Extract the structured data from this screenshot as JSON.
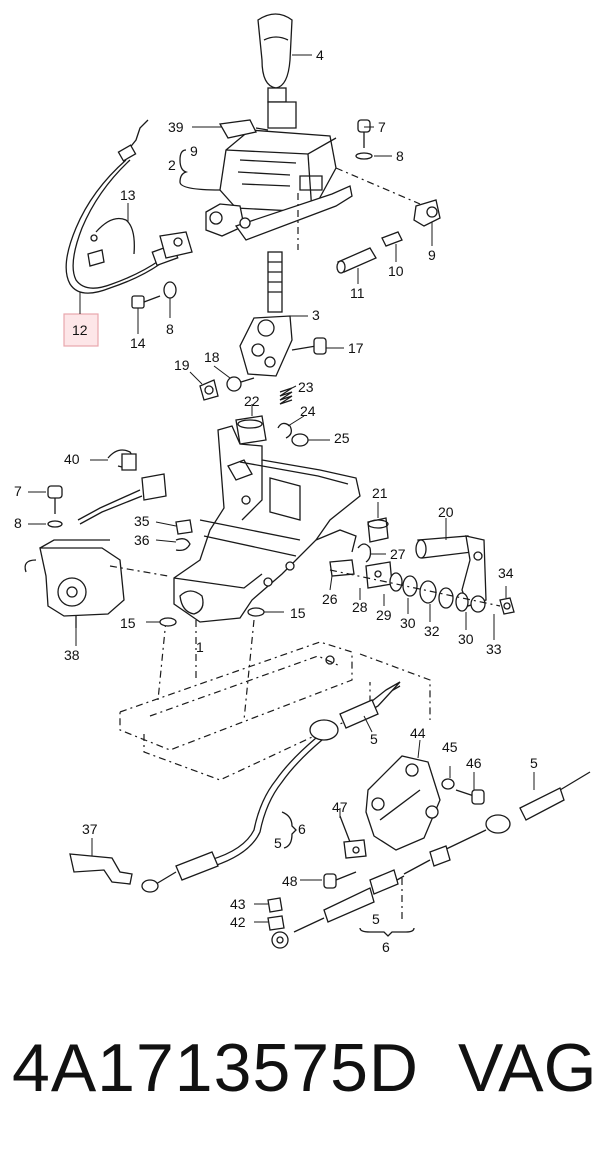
{
  "callouts": {
    "c4": "4",
    "c39": "39",
    "c7a": "7",
    "c8a": "8",
    "c2": "2",
    "c9a": "9",
    "c13": "13",
    "c9b": "9",
    "c10": "10",
    "c11": "11",
    "c12": "12",
    "c14": "14",
    "c8b": "8",
    "c3": "3",
    "c17": "17",
    "c18": "18",
    "c19": "19",
    "c23": "23",
    "c22": "22",
    "c24": "24",
    "c25": "25",
    "c40": "40",
    "c7b": "7",
    "c8c": "8",
    "c21": "21",
    "c20": "20",
    "c35": "35",
    "c36": "36",
    "c27": "27",
    "c34": "34",
    "c26": "26",
    "c28": "28",
    "c29": "29",
    "c30a": "30",
    "c32": "32",
    "c30b": "30",
    "c33": "33",
    "c15a": "15",
    "c15b": "15",
    "c38": "38",
    "c1": "1",
    "c5a": "5",
    "c44": "44",
    "c45": "45",
    "c46": "46",
    "c5b": "5",
    "c47": "47",
    "c37": "37",
    "c5c": "5",
    "c6a": "6",
    "c48": "48",
    "c43": "43",
    "c42": "42",
    "c5d": "5",
    "c6b": "6"
  },
  "footer": {
    "part_number": "4A1713575D",
    "brand": "VAG"
  },
  "highlight": {
    "color": "#fde6e8",
    "border": "#e8a7ad"
  }
}
